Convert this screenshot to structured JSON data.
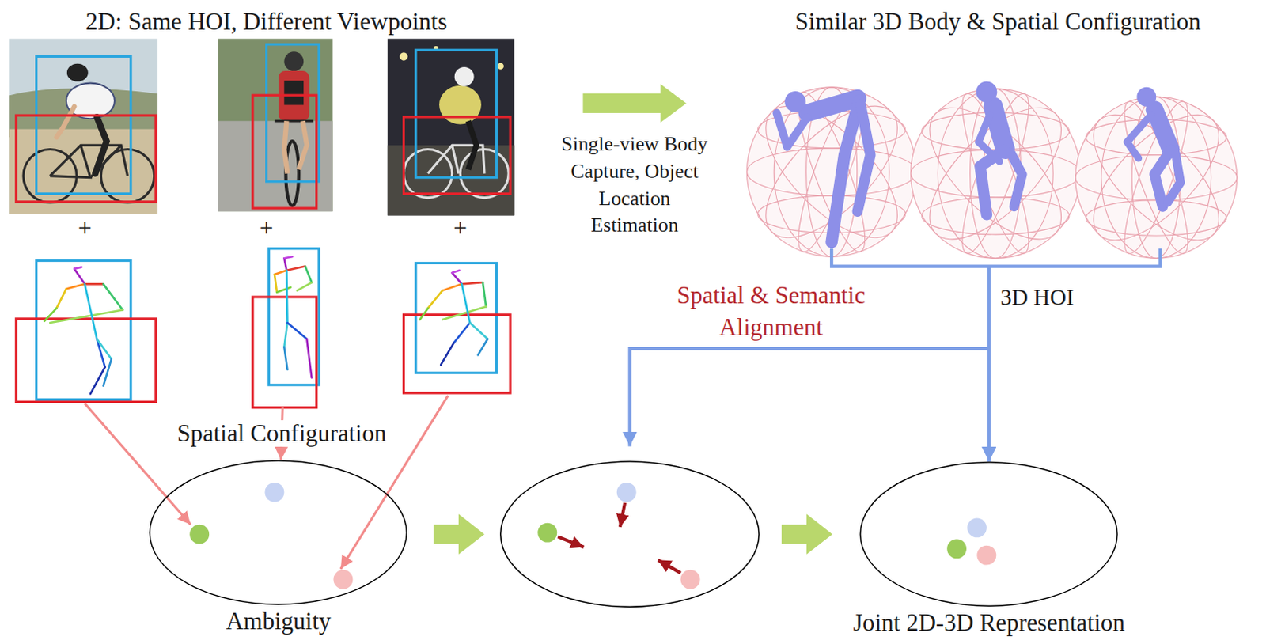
{
  "diagram": {
    "nodes": [
      {
        "text": [
          "2D: Same HOI, Different Viewpoints"
        ]
      },
      {
        "text": [
          "Similar 3D Body & Spatial Configuration"
        ]
      },
      {
        "text": [
          "Ambiguity"
        ]
      },
      {
        "text": [
          "Joint 2D-3D Representation"
        ]
      }
    ],
    "edges": [
      {
        "from": 0,
        "to": 1,
        "arrow": "to",
        "label": "Single-view Body Capture, Object Location Estimation"
      },
      {
        "from": 0,
        "to": 2,
        "arrow": "to",
        "label": "Spatial Configuration"
      },
      {
        "from": 1,
        "to": 3,
        "arrow": "to",
        "label": "3D HOI"
      }
    ],
    "labels": [
      "+",
      "+",
      "+",
      "Spatial & Semantic Alignment"
    ]
  }
}
